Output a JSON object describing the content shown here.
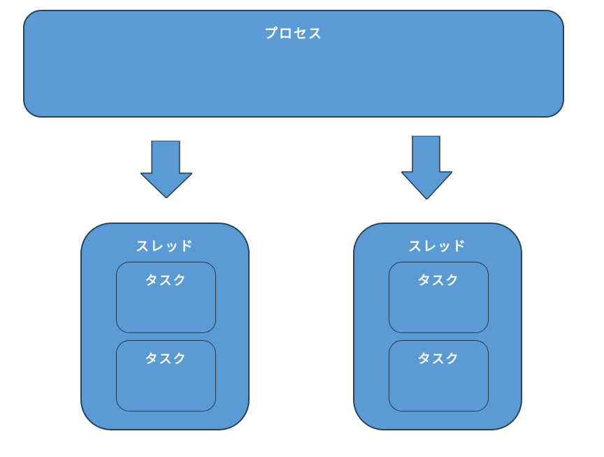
{
  "diagram": {
    "process": {
      "label": "プロセス"
    },
    "arrows": [
      {
        "icon": "down-arrow",
        "direction": "down"
      },
      {
        "icon": "down-arrow",
        "direction": "down"
      }
    ],
    "threads": [
      {
        "label": "スレッド",
        "tasks": [
          {
            "label": "タスク"
          },
          {
            "label": "タスク"
          }
        ]
      },
      {
        "label": "スレッド",
        "tasks": [
          {
            "label": "タスク"
          },
          {
            "label": "タスク"
          }
        ]
      }
    ],
    "colors": {
      "shape_fill": "#5B9BD5",
      "shape_border": "#2B4257",
      "task_border": "#26394C",
      "label_text": "#FFFFFF",
      "background": "#FFFFFF"
    }
  }
}
